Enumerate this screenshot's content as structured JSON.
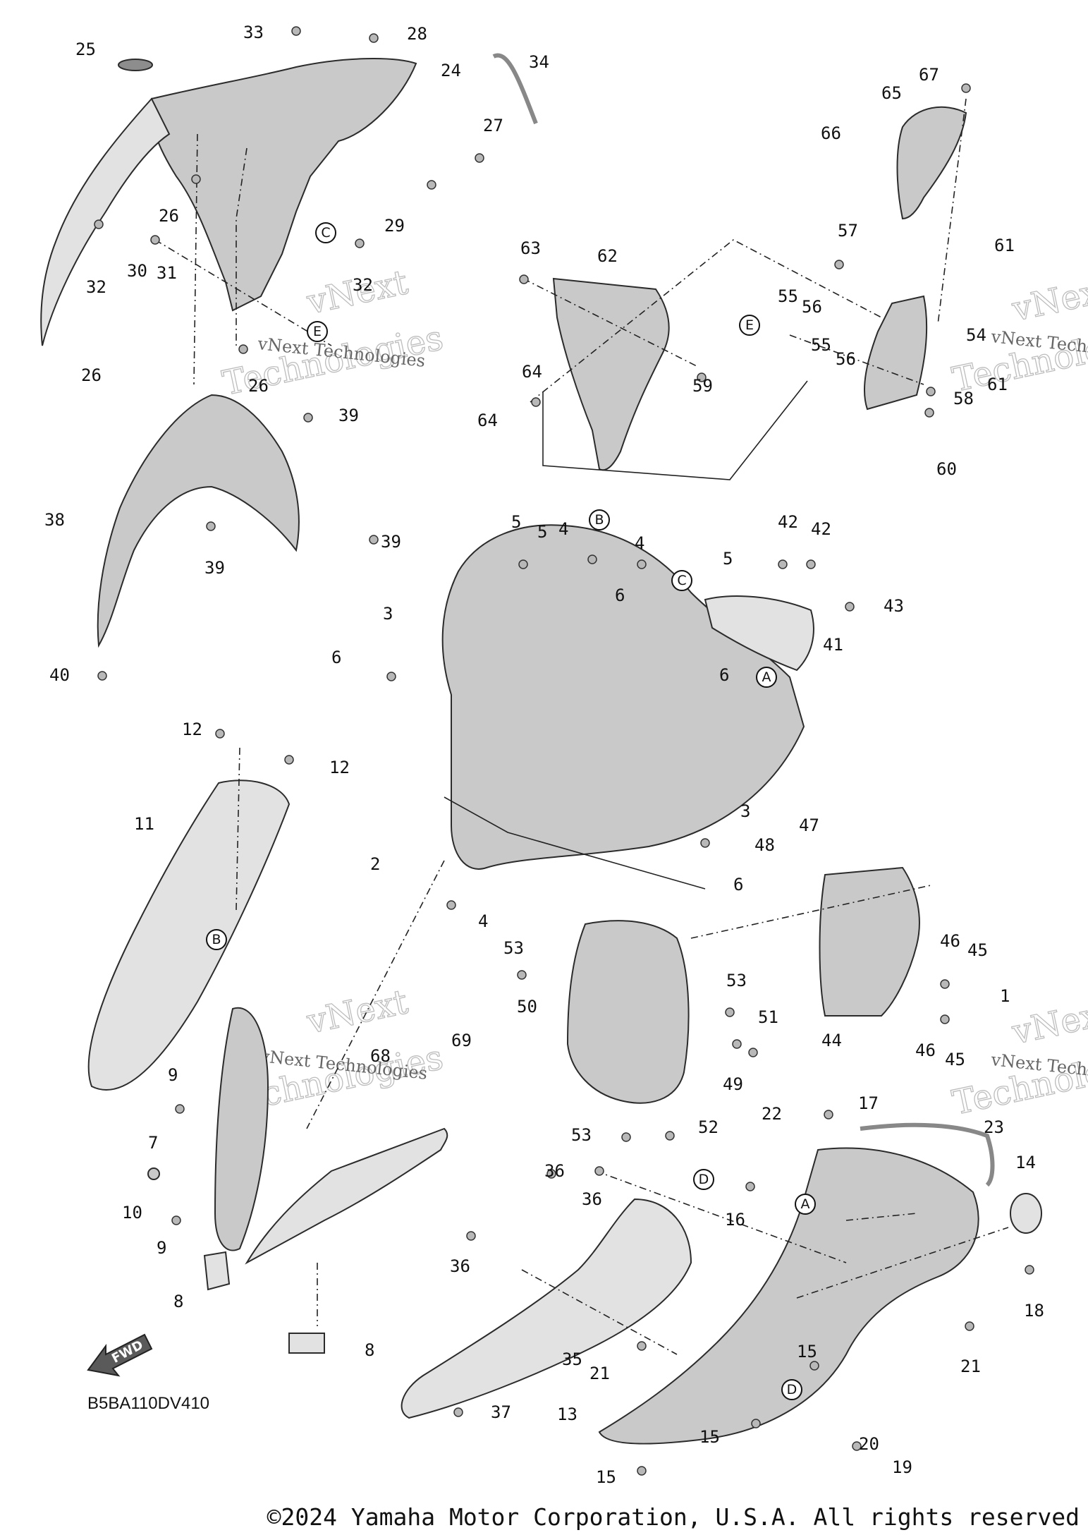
{
  "diagram_code": "B5BA110DV410",
  "copyright": "©2024 Yamaha Motor Corporation, U.S.A. All rights reserved",
  "fwd_label": "FWD",
  "watermark": {
    "line1": "vNext",
    "line2": "Technologies",
    "small": "vNext Technologies"
  },
  "reference_marks": [
    "A",
    "B",
    "C",
    "D",
    "E"
  ],
  "callouts": [
    {
      "n": "1"
    },
    {
      "n": "2"
    },
    {
      "n": "3"
    },
    {
      "n": "3"
    },
    {
      "n": "4"
    },
    {
      "n": "4"
    },
    {
      "n": "4"
    },
    {
      "n": "5"
    },
    {
      "n": "5"
    },
    {
      "n": "5"
    },
    {
      "n": "6"
    },
    {
      "n": "6"
    },
    {
      "n": "6"
    },
    {
      "n": "6"
    },
    {
      "n": "7"
    },
    {
      "n": "8"
    },
    {
      "n": "8"
    },
    {
      "n": "9"
    },
    {
      "n": "9"
    },
    {
      "n": "10"
    },
    {
      "n": "11"
    },
    {
      "n": "12"
    },
    {
      "n": "12"
    },
    {
      "n": "13"
    },
    {
      "n": "14"
    },
    {
      "n": "15"
    },
    {
      "n": "15"
    },
    {
      "n": "15"
    },
    {
      "n": "16"
    },
    {
      "n": "17"
    },
    {
      "n": "18"
    },
    {
      "n": "19"
    },
    {
      "n": "20"
    },
    {
      "n": "21"
    },
    {
      "n": "21"
    },
    {
      "n": "22"
    },
    {
      "n": "23"
    },
    {
      "n": "24"
    },
    {
      "n": "25"
    },
    {
      "n": "26"
    },
    {
      "n": "26"
    },
    {
      "n": "26"
    },
    {
      "n": "27"
    },
    {
      "n": "28"
    },
    {
      "n": "29"
    },
    {
      "n": "30"
    },
    {
      "n": "31"
    },
    {
      "n": "32"
    },
    {
      "n": "32"
    },
    {
      "n": "33"
    },
    {
      "n": "34"
    },
    {
      "n": "35"
    },
    {
      "n": "36"
    },
    {
      "n": "36"
    },
    {
      "n": "36"
    },
    {
      "n": "37"
    },
    {
      "n": "38"
    },
    {
      "n": "39"
    },
    {
      "n": "39"
    },
    {
      "n": "39"
    },
    {
      "n": "40"
    },
    {
      "n": "41"
    },
    {
      "n": "42"
    },
    {
      "n": "42"
    },
    {
      "n": "43"
    },
    {
      "n": "44"
    },
    {
      "n": "45"
    },
    {
      "n": "45"
    },
    {
      "n": "46"
    },
    {
      "n": "46"
    },
    {
      "n": "47"
    },
    {
      "n": "48"
    },
    {
      "n": "49"
    },
    {
      "n": "50"
    },
    {
      "n": "51"
    },
    {
      "n": "52"
    },
    {
      "n": "53"
    },
    {
      "n": "53"
    },
    {
      "n": "53"
    },
    {
      "n": "54"
    },
    {
      "n": "55"
    },
    {
      "n": "55"
    },
    {
      "n": "56"
    },
    {
      "n": "56"
    },
    {
      "n": "57"
    },
    {
      "n": "58"
    },
    {
      "n": "59"
    },
    {
      "n": "60"
    },
    {
      "n": "61"
    },
    {
      "n": "61"
    },
    {
      "n": "62"
    },
    {
      "n": "63"
    },
    {
      "n": "64"
    },
    {
      "n": "64"
    },
    {
      "n": "65"
    },
    {
      "n": "66"
    },
    {
      "n": "67"
    },
    {
      "n": "68"
    },
    {
      "n": "69"
    }
  ]
}
